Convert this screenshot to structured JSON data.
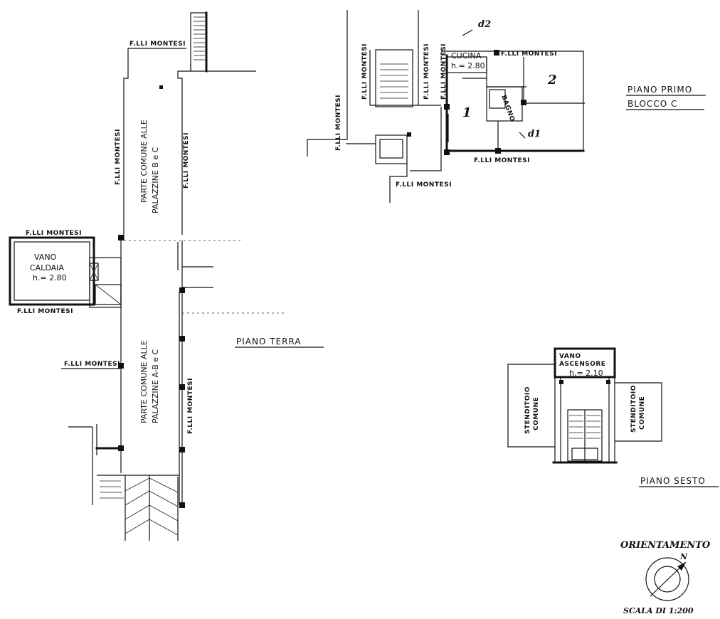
{
  "labels": {
    "owner": "F.LLI MONTESI",
    "vano_caldaia": "VANO",
    "vano_caldaia_2": "CALDAIA",
    "h280": "h.= 2.80",
    "parte_comune_bc_1": "PARTE COMUNE ALLE",
    "parte_comune_bc_2": "PALAZZINE B e C",
    "parte_comune_abc_1": "PARTE COMUNE ALLE",
    "parte_comune_abc_2": "PALAZZINE A-B e C",
    "piano_terra": "PIANO TERRA",
    "piano_primo": "PIANO PRIMO",
    "blocco_c": "BLOCCO C",
    "cucina": "CUCINA",
    "cucina_h": "h.= 2.80",
    "bagno": "BAGNO",
    "room_1": "1",
    "room_2": "2",
    "d1": "d1",
    "d2": "d2",
    "vano_ascensore_1": "VANO",
    "vano_ascensore_2": "ASCENSORE",
    "h210": "h.= 2.10",
    "stenditoio_1": "STENDITOIO",
    "stenditoio_2": "COMUNE",
    "piano_sesto": "PIANO SESTO",
    "orientamento": "ORIENTAMENTO",
    "north": "N",
    "scala": "SCALA DI 1:200"
  }
}
